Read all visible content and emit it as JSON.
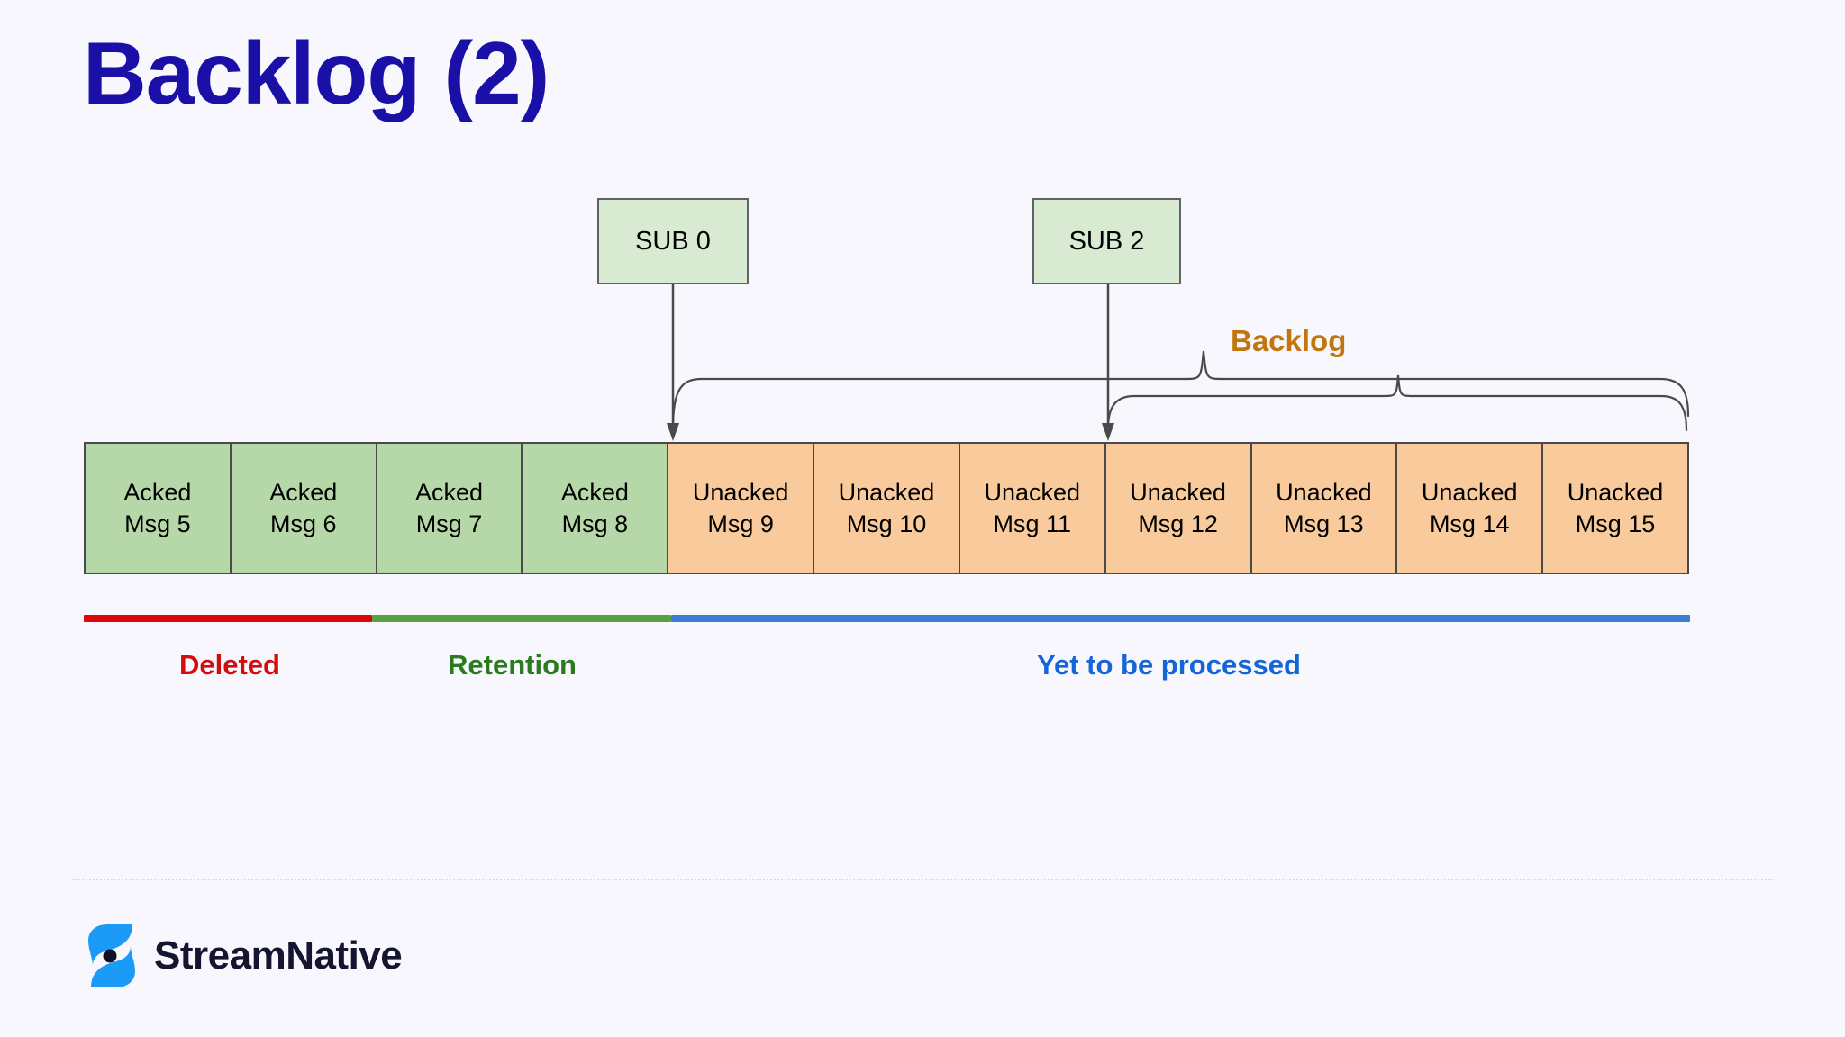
{
  "slide": {
    "title": "Backlog (2)",
    "background_color": "#f7f7fd",
    "title_color": "#1a10a8"
  },
  "subscriptions": [
    {
      "label": "SUB 0",
      "cursor_after_index": 3
    },
    {
      "label": "SUB 2",
      "cursor_after_index": 6
    }
  ],
  "messages": {
    "cells": [
      {
        "state": "Acked",
        "msg": "Msg 5",
        "color": "#b6d7a8"
      },
      {
        "state": "Acked",
        "msg": "Msg 6",
        "color": "#b6d7a8"
      },
      {
        "state": "Acked",
        "msg": "Msg 7",
        "color": "#b6d7a8"
      },
      {
        "state": "Acked",
        "msg": "Msg 8",
        "color": "#b6d7a8"
      },
      {
        "state": "Unacked",
        "msg": "Msg 9",
        "color": "#f9cb9c"
      },
      {
        "state": "Unacked",
        "msg": "Msg 10",
        "color": "#f9cb9c"
      },
      {
        "state": "Unacked",
        "msg": "Msg 11",
        "color": "#f9cb9c"
      },
      {
        "state": "Unacked",
        "msg": "Msg 12",
        "color": "#f9cb9c"
      },
      {
        "state": "Unacked",
        "msg": "Msg 13",
        "color": "#f9cb9c"
      },
      {
        "state": "Unacked",
        "msg": "Msg 14",
        "color": "#f9cb9c"
      },
      {
        "state": "Unacked",
        "msg": "Msg 15",
        "color": "#f9cb9c"
      }
    ]
  },
  "annotations": {
    "backlog_label": "Backlog",
    "backlog_color": "#c2750c"
  },
  "legend": [
    {
      "label": "Deleted",
      "color": "#dd0806"
    },
    {
      "label": "Retention",
      "color": "#5aa143"
    },
    {
      "label": "Yet to be processed",
      "color": "#3b7fd4"
    }
  ],
  "footer": {
    "brand": "StreamNative",
    "logo_color": "#1b9af7",
    "wordmark_color": "#151530"
  }
}
